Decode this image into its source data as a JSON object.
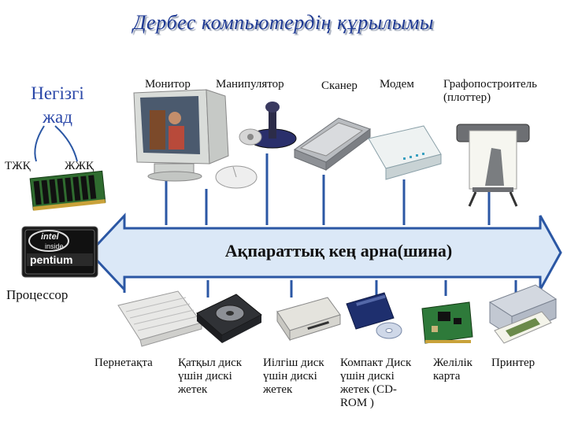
{
  "title": "Дербес компьютердің құрылымы",
  "memory": {
    "title": "Негізгі жад",
    "rom": "ТЖҚ",
    "ram": "ЖЖҚ"
  },
  "bus": {
    "label": "Ақпараттық кең арна(шина)"
  },
  "processor": {
    "label": "Процессор",
    "chip_line1": "intel",
    "chip_line2": "inside",
    "chip_brand": "pentium"
  },
  "top_devices": [
    {
      "label": "Монитор",
      "icon": "monitor-icon"
    },
    {
      "label": "Манипулятор",
      "icon": "joystick-mouse-icon"
    },
    {
      "label": "Сканер",
      "icon": "scanner-icon"
    },
    {
      "label": "Модем",
      "icon": "modem-icon"
    },
    {
      "label": "Графопостроитель (плоттер)",
      "icon": "plotter-icon"
    }
  ],
  "bottom_devices": [
    {
      "label": "Пернетақта",
      "icon": "keyboard-icon"
    },
    {
      "label": "Қатқыл диск үшін дискі жетек",
      "icon": "hard-disk-icon"
    },
    {
      "label": "Иілгіш диск үшін дискі жетек",
      "icon": "floppy-drive-icon"
    },
    {
      "label": "Компакт Диск үшін дискі жетек (CD-ROM )",
      "icon": "cd-rom-icon"
    },
    {
      "label": "Желілік карта",
      "icon": "network-card-icon"
    },
    {
      "label": "Принтер",
      "icon": "printer-icon"
    }
  ],
  "colors": {
    "title": "#1f3a93",
    "bus_fill": "#dbe8f7",
    "bus_stroke": "#2b57a4",
    "connector": "#2b57a4",
    "memory_title": "#2a47a8"
  }
}
